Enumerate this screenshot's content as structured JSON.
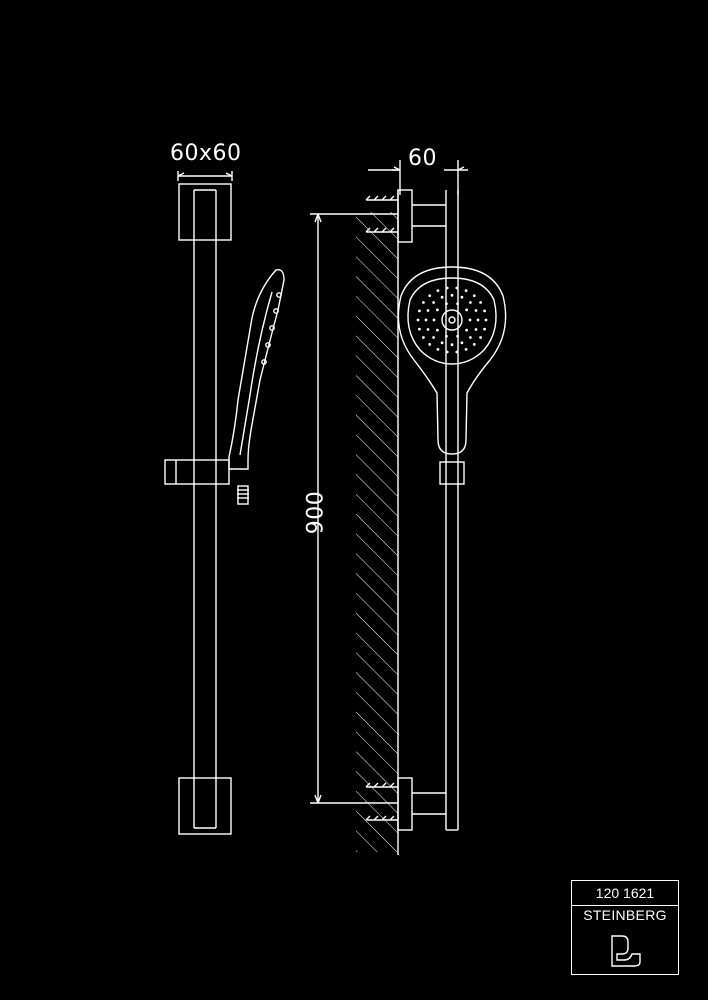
{
  "drawing": {
    "dimensions": {
      "bracket_width": "60x60",
      "wall_offset": "60",
      "bar_length": "900"
    },
    "line_color": "#ffffff",
    "background_color": "#000000"
  },
  "title_block": {
    "product_code": "120 1621",
    "brand": "STEINBERG",
    "logo_icon": "steinberg-logo-icon"
  }
}
